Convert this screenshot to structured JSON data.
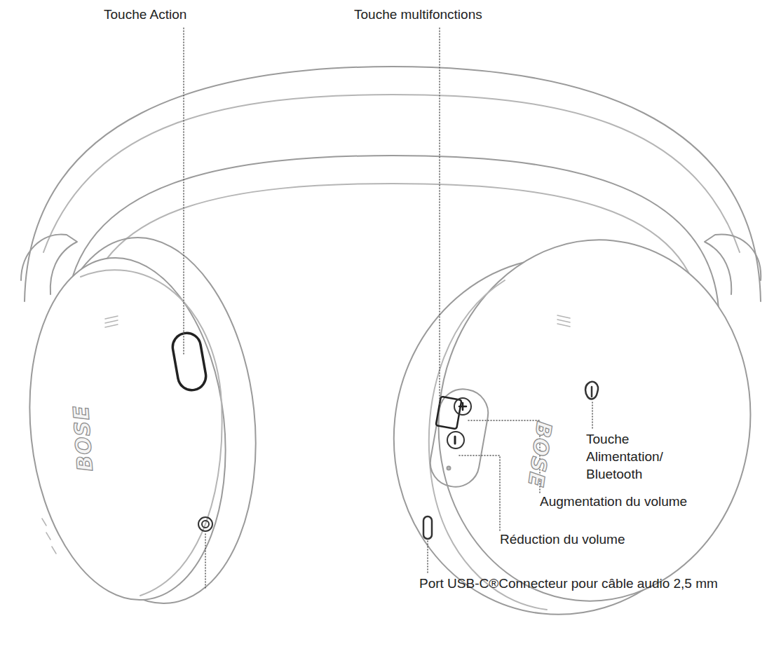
{
  "diagram": {
    "labels": [
      "Touche Action",
      "Touche multifonctions",
      "BOSE",
      "BOSE",
      "Touche Alimentation/ Bluetooth",
      "Augmentation du volume",
      "Réduction du volume",
      "Port USB-C®Connecteur pour câble audio 2,5 mm"
    ]
  }
}
